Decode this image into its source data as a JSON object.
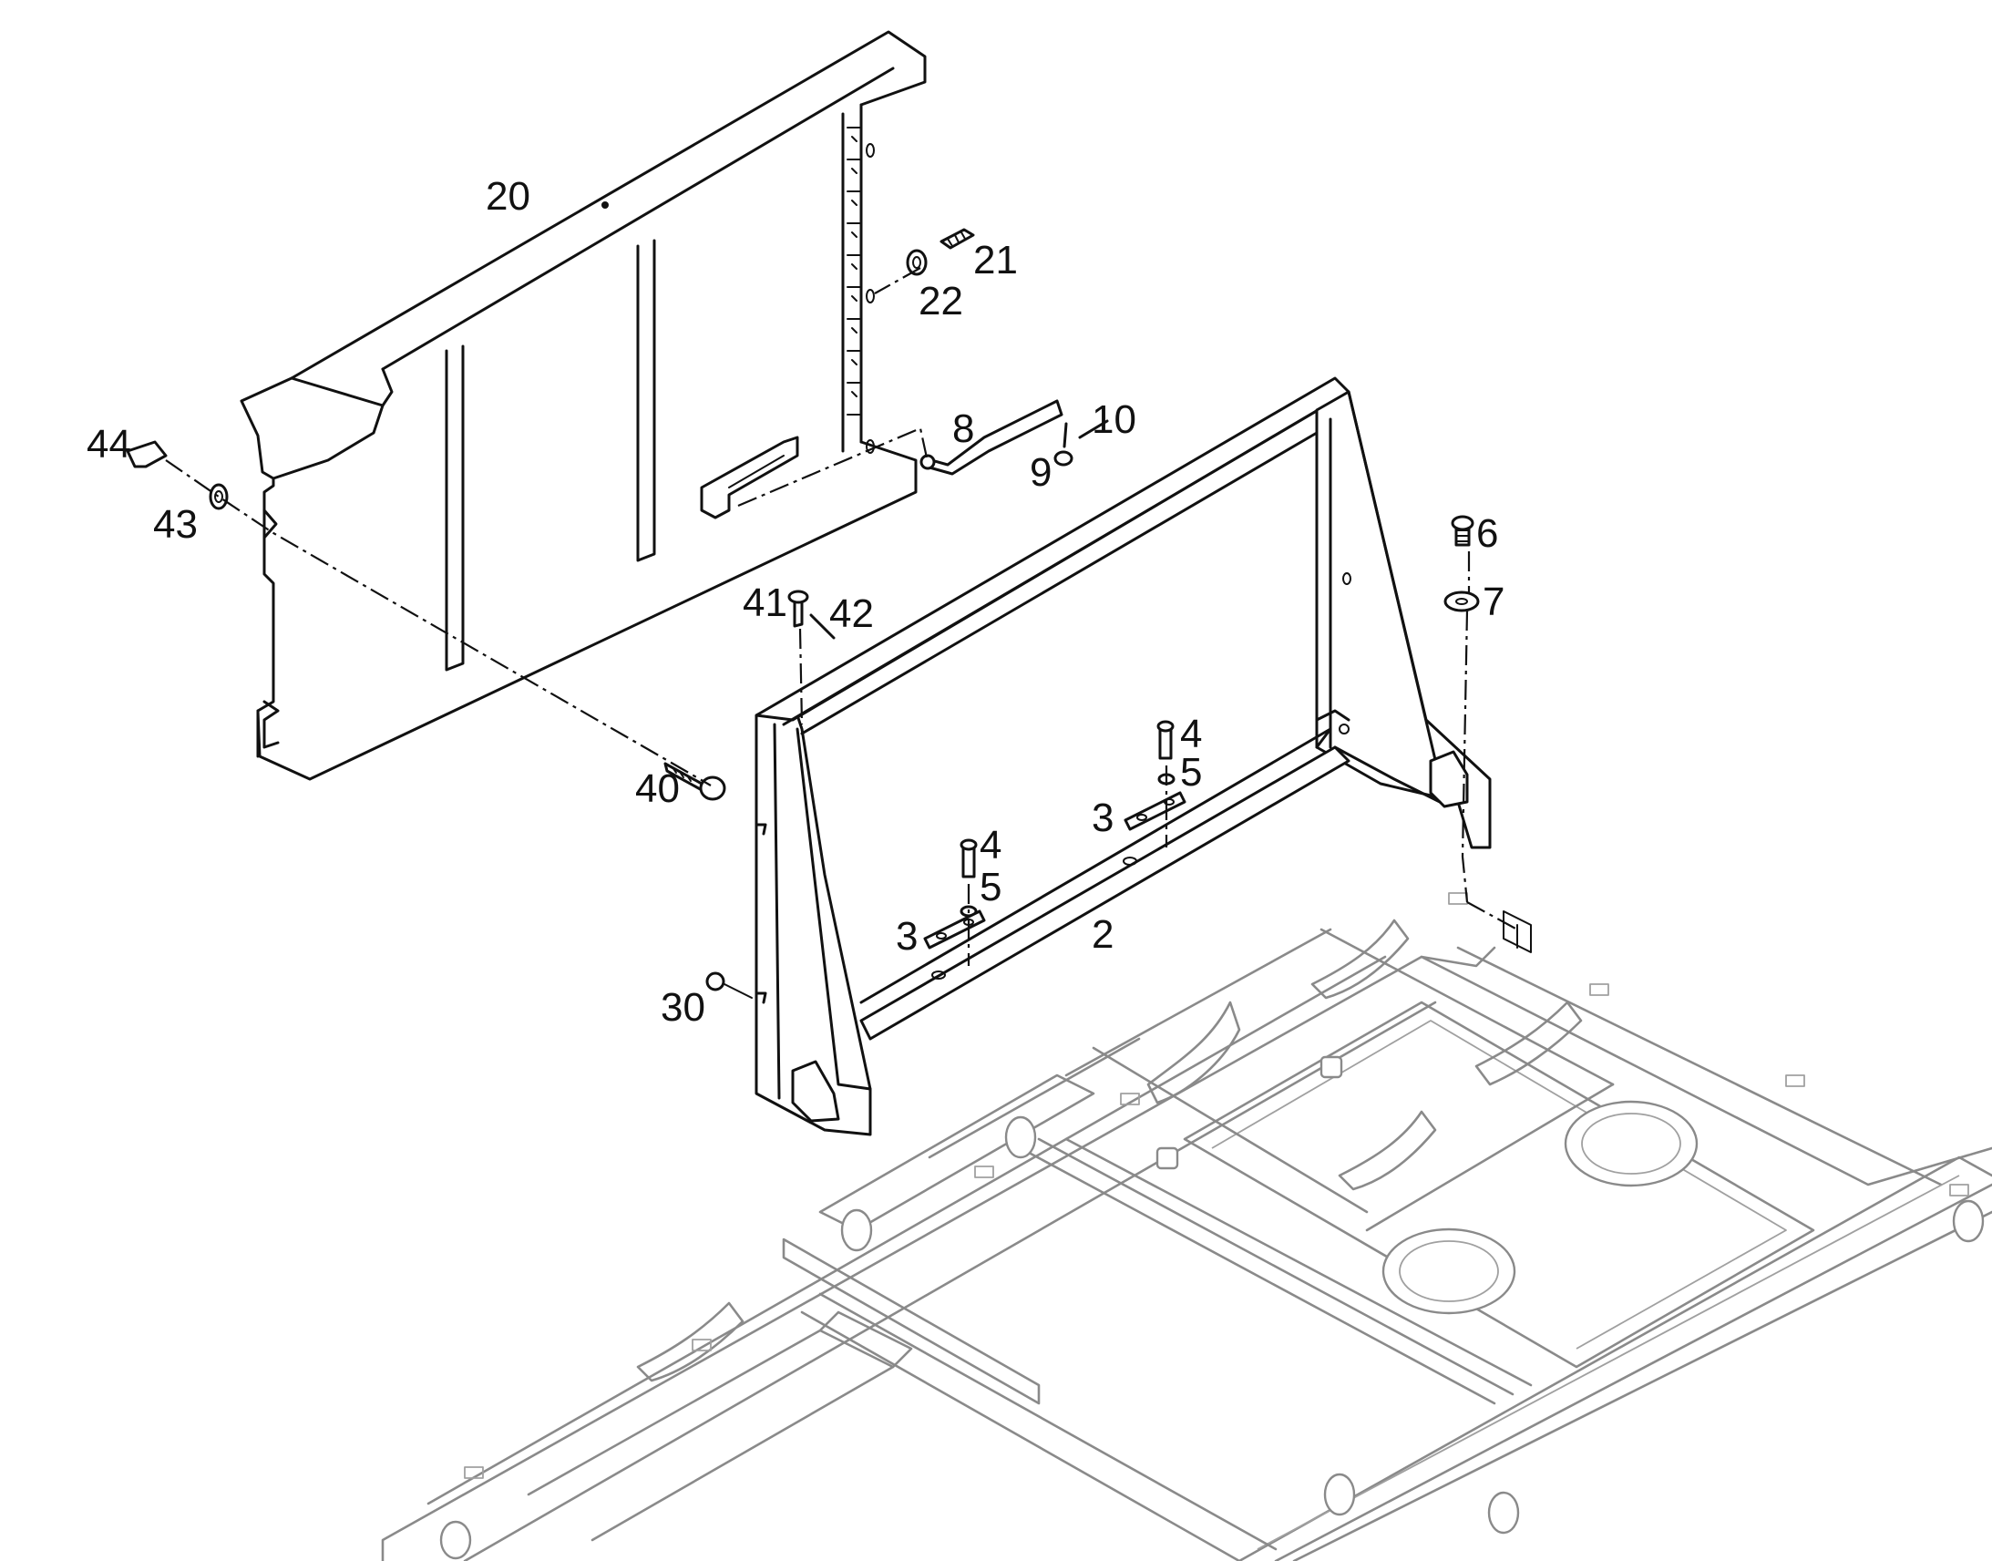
{
  "diagram": {
    "callouts": [
      {
        "id": "c20",
        "text": "20"
      },
      {
        "id": "c21",
        "text": "21"
      },
      {
        "id": "c22",
        "text": "22"
      },
      {
        "id": "c8",
        "text": "8"
      },
      {
        "id": "c10",
        "text": "10"
      },
      {
        "id": "c9",
        "text": "9"
      },
      {
        "id": "c44",
        "text": "44"
      },
      {
        "id": "c43",
        "text": "43"
      },
      {
        "id": "c6",
        "text": "6"
      },
      {
        "id": "c7",
        "text": "7"
      },
      {
        "id": "c41",
        "text": "41"
      },
      {
        "id": "c42",
        "text": "42"
      },
      {
        "id": "c4a",
        "text": "4"
      },
      {
        "id": "c5a",
        "text": "5"
      },
      {
        "id": "c3a",
        "text": "3"
      },
      {
        "id": "c40",
        "text": "40"
      },
      {
        "id": "c4b",
        "text": "4"
      },
      {
        "id": "c5b",
        "text": "5"
      },
      {
        "id": "c3b",
        "text": "3"
      },
      {
        "id": "c2",
        "text": "2"
      },
      {
        "id": "c30",
        "text": "30"
      }
    ]
  }
}
